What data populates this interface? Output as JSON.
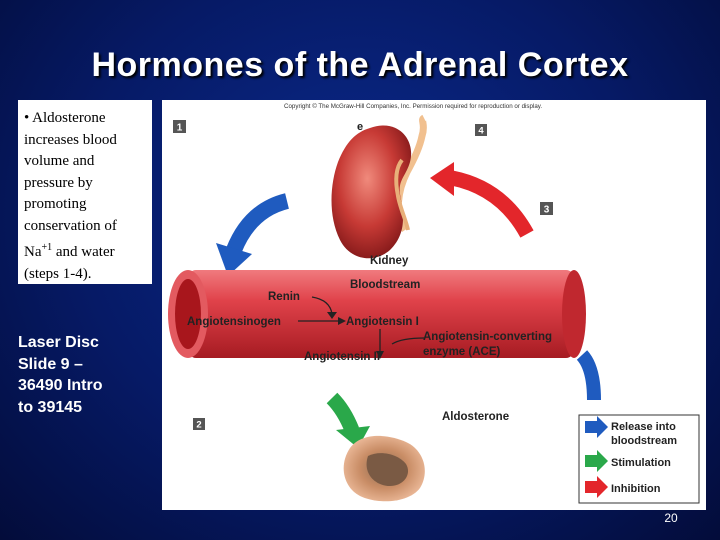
{
  "slide": {
    "title": "Hormones of the Adrenal Cortex",
    "page_number": "20",
    "note_lines": [
      "Laser Disc",
      "Slide 9 –",
      "36490 Intro",
      "to 39145"
    ]
  },
  "text_box": {
    "lines": [
      "• Aldosterone",
      "increases blood",
      "volume and",
      "pressure by",
      "promoting",
      "conservation of"
    ],
    "na_text": "Na",
    "na_superscript": "+1",
    "na_suffix": " and water",
    "last_line": "(steps 1-4)."
  },
  "figure": {
    "copyright": "Copyright © The McGraw-Hill Companies, Inc. Permission required for reproduction or display.",
    "top_letter": "e",
    "steps": [
      "1",
      "2",
      "3",
      "4"
    ],
    "kidney_label": "Kidney",
    "bloodstream_label": "Bloodstream",
    "renin": "Renin",
    "angiotensinogen": "Angiotensinogen",
    "angiotensin_1": "Angiotensin I",
    "angiotensin_2": "Angiotensin II",
    "ace_line1": "Angiotensin-converting",
    "ace_line2": "enzyme (ACE)",
    "aldosterone": "Aldosterone",
    "legend": [
      {
        "line1": "Release into",
        "line2": "bloodstream",
        "color": "#1f5bbf",
        "icon": "blue-arrow"
      },
      {
        "line1": "Stimulation",
        "line2": "",
        "color": "#2aa84a",
        "icon": "green-arrow"
      },
      {
        "line1": "Inhibition",
        "line2": "",
        "color": "#e3262b",
        "icon": "red-arrow"
      }
    ]
  },
  "colors": {
    "background": "#061a66",
    "vessel": "#d9363d",
    "release_arrow": "#1f5bbf",
    "stimulation_arrow": "#2aa84a",
    "inhibition_arrow": "#e3262b"
  }
}
